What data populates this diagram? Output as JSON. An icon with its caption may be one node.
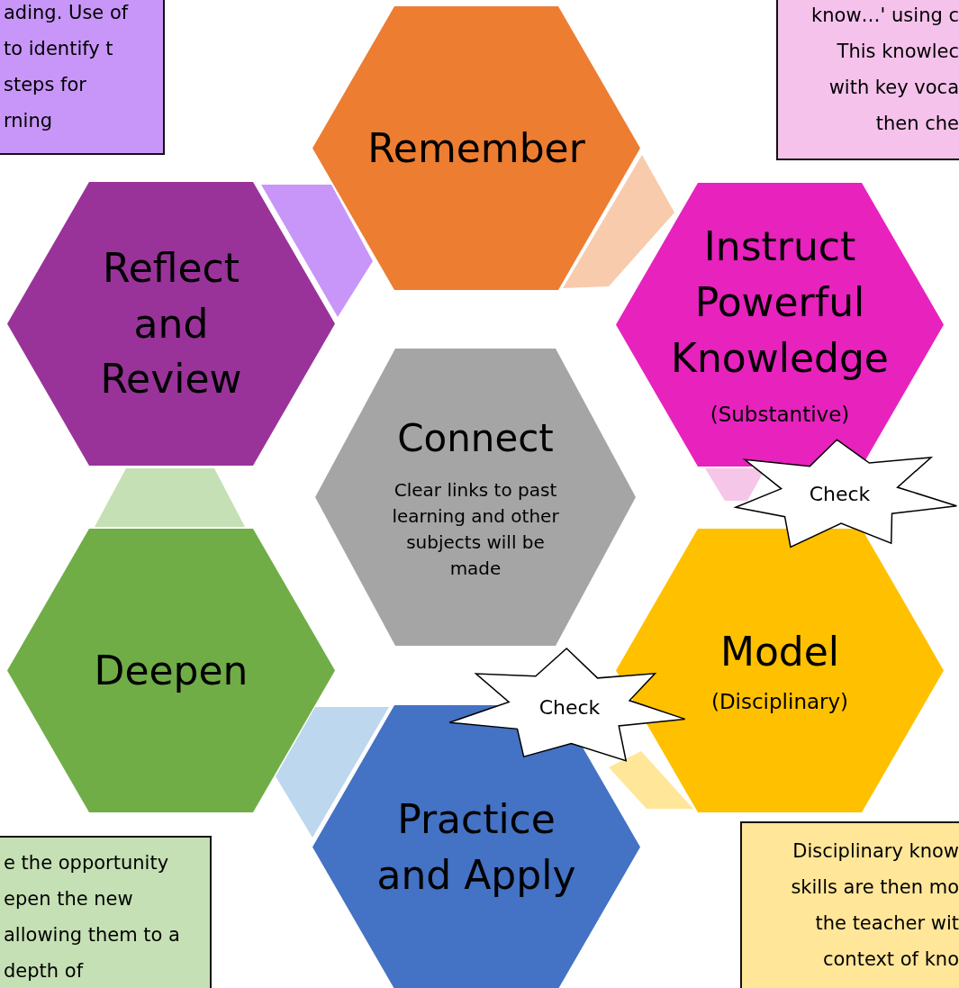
{
  "diagram": {
    "nodes": [
      {
        "text": [
          "ading. Use of to identify t steps for rning"
        ]
      },
      {
        "text": [
          "know…' using c This knowlec with key voca then che"
        ]
      },
      {
        "text": [
          "Remember"
        ]
      },
      {
        "text": [
          "Reflect and Review"
        ]
      },
      {
        "text": [
          "Instruct Powerful Knowledge",
          "(Substantive)"
        ]
      },
      {
        "text": [
          "Connect",
          "Clear links to past learning and other subjects will be made"
        ]
      },
      {
        "text": [
          "Check"
        ]
      },
      {
        "text": [
          "Deepen"
        ]
      },
      {
        "text": [
          "Model",
          "(Disciplinary)"
        ]
      },
      {
        "text": [
          "Check"
        ]
      },
      {
        "text": [
          "Practice and Apply"
        ]
      },
      {
        "text": [
          "e the opportunity epen the new allowing them to a depth of"
        ]
      },
      {
        "text": [
          "Disciplinary know skills are then mo the teacher wit context of kno"
        ]
      },
      {
        "text": [],
        "shape": "parallelogram"
      },
      {
        "text": [],
        "shape": "parallelogram"
      },
      {
        "text": [],
        "shape": "parallelogram"
      },
      {
        "text": [],
        "shape": "parallelogram"
      },
      {
        "text": [],
        "shape": "parallelogram"
      },
      {
        "text": [],
        "shape": "parallelogram"
      }
    ]
  }
}
